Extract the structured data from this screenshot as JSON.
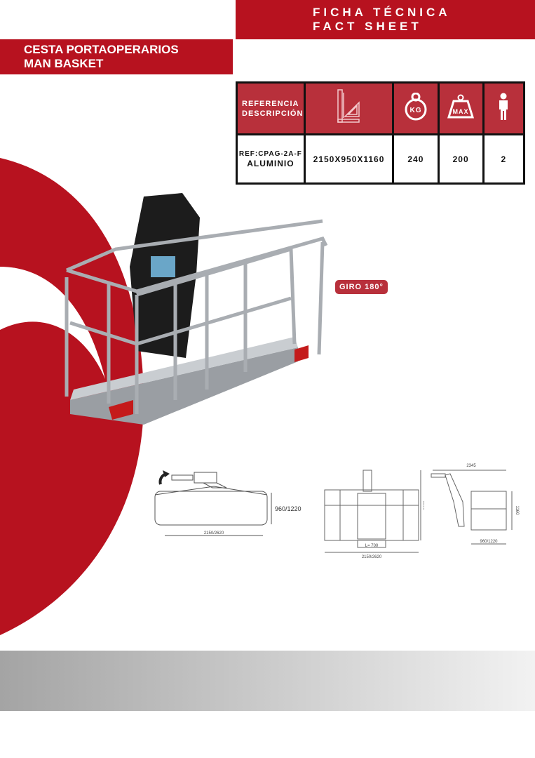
{
  "header": {
    "line1": "FICHA TÉCNICA",
    "line2": "FACT SHEET"
  },
  "title": {
    "line1": "CESTA PORTAOPERARIOS",
    "line2": "MAN BASKET"
  },
  "table": {
    "header_label_1": "REFERENCIA",
    "header_label_2": "DESCRIPCIÓN",
    "icons": [
      "ruler-square-icon",
      "kettlebell-kg-icon",
      "weight-max-icon",
      "person-icon"
    ],
    "icon_text_kg": "KG",
    "icon_text_max": "MAX",
    "ref": "REF:CPAG-2A-F",
    "desc": "ALUMINIO",
    "dimensions": "2150X950X1160",
    "weight": "240",
    "max_load": "200",
    "persons": "2"
  },
  "badge": "GIRO 180°",
  "drawings": {
    "top_width": "2150/2620",
    "top_depth": "960/1220",
    "front_height": "1600",
    "front_door": "L= 700",
    "front_width": "2150/2620",
    "side_length": "2345",
    "side_height": "1160",
    "side_depth": "960/1220"
  },
  "colors": {
    "brand_red": "#b7121f",
    "header_cell": "#b8303b"
  }
}
